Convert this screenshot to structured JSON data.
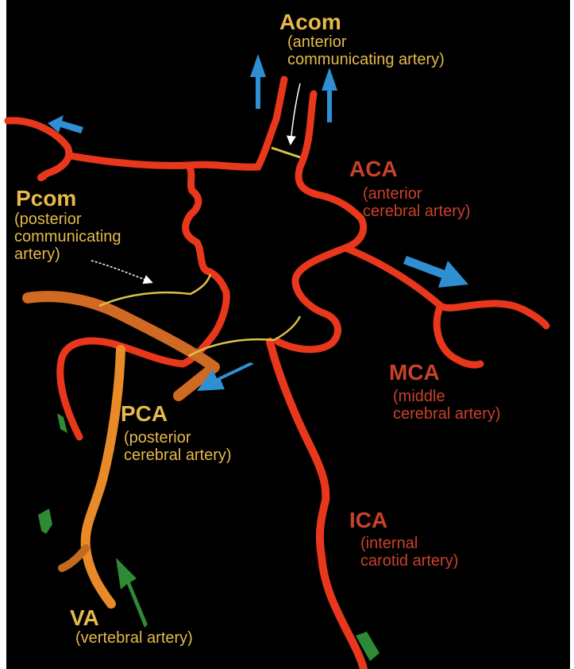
{
  "colors": {
    "background": "#000000",
    "artery_red": "#e8371c",
    "artery_orange": "#e98a28",
    "communicating": "#d9c24a",
    "label_yellow": "#e6b94a",
    "label_red": "#c9412b",
    "flow_blue": "#2f8fd3",
    "flow_green": "#2f8a36"
  },
  "labels": {
    "acom": {
      "abbr": "Acom",
      "full": "(anterior\ncommunicating artery)"
    },
    "aca": {
      "abbr": "ACA",
      "full": "(anterior\ncerebral artery)"
    },
    "pcom": {
      "abbr": "Pcom",
      "full": "(posterior\ncommunicating\nartery)"
    },
    "mca": {
      "abbr": "MCA",
      "full": "(middle\ncerebral artery)"
    },
    "pca": {
      "abbr": "PCA",
      "full": "(posterior\ncerebral artery)"
    },
    "ica": {
      "abbr": "ICA",
      "full": "(internal\ncarotid artery)"
    },
    "va": {
      "abbr": "VA",
      "full": "(vertebral artery)"
    }
  },
  "icons": {
    "blue_arrow": "flow-direction-arrow",
    "green_arrow": "inflow-arrow"
  }
}
